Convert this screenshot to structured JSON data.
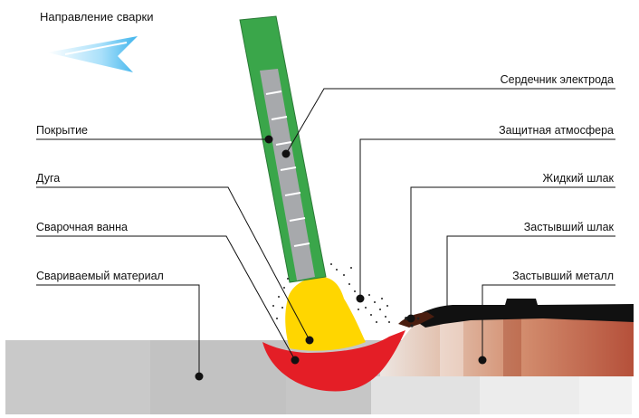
{
  "title": "Направление сварки",
  "icons": {
    "direction": "arrow-left-icon"
  },
  "colors": {
    "coating": "#3aa64a",
    "core": "#a7a9ac",
    "arc": "#ffd600",
    "weld_pool": "#e41e26",
    "base_metal": "#c4c4c4",
    "slag": "#111111",
    "solidified_metal": "#b5503a",
    "arrow": "#59c2f2"
  },
  "labels_left": [
    {
      "id": "coating",
      "text": "Покрытие"
    },
    {
      "id": "arc",
      "text": "Дуга"
    },
    {
      "id": "weld-pool",
      "text": "Сварочная ванна"
    },
    {
      "id": "base-metal",
      "text": "Свариваемый материал"
    }
  ],
  "labels_right": [
    {
      "id": "electrode-core",
      "text": "Сердечник электрода"
    },
    {
      "id": "shielding-gas",
      "text": "Защитная атмосфера"
    },
    {
      "id": "liquid-slag",
      "text": "Жидкий шлак"
    },
    {
      "id": "solid-slag",
      "text": "Застывший шлак"
    },
    {
      "id": "solid-metal",
      "text": "Застывший металл"
    }
  ]
}
